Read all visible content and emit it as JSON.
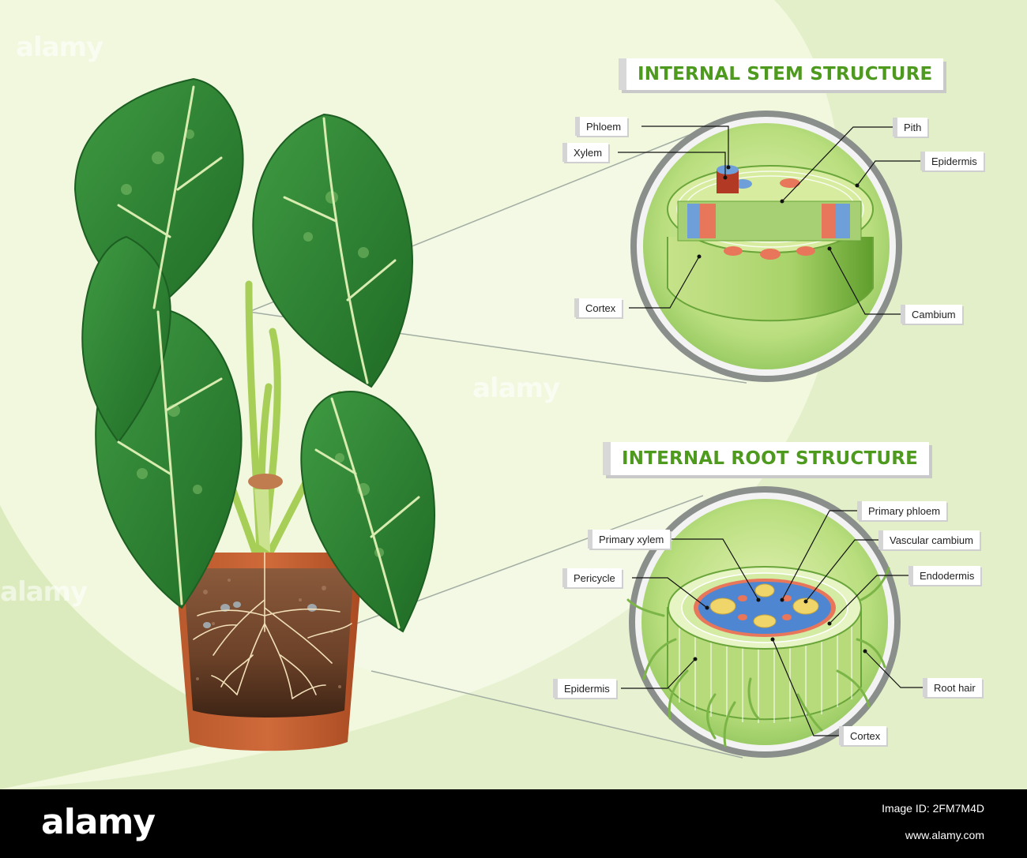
{
  "stem": {
    "title": "INTERNAL STEM STRUCTURE",
    "labels": {
      "phloem": "Phloem",
      "xylem": "Xylem",
      "pith": "Pith",
      "epidermis": "Epidermis",
      "cortex": "Cortex",
      "cambium": "Cambium"
    }
  },
  "root": {
    "title": "INTERNAL ROOT STRUCTURE",
    "labels": {
      "primary_phloem": "Primary phloem",
      "primary_xylem": "Primary xylem",
      "vascular_cambium": "Vascular cambium",
      "pericycle": "Pericycle",
      "endodermis": "Endodermis",
      "epidermis": "Epidermis",
      "root_hair": "Root hair",
      "cortex": "Cortex"
    }
  },
  "watermark": "alamy",
  "footer": {
    "logo": "alamy",
    "image_id_label": "Image ID: 2FM7M4D",
    "url": "www.alamy.com"
  },
  "colors": {
    "background": "#e3efc8",
    "light_region": "#f1f8de",
    "leaf_green": "#2e7d32",
    "title_green": "#4e9a1f",
    "pot": "#b5532b",
    "xylem_red": "#e8765a",
    "phloem_blue": "#6f9fd8"
  }
}
